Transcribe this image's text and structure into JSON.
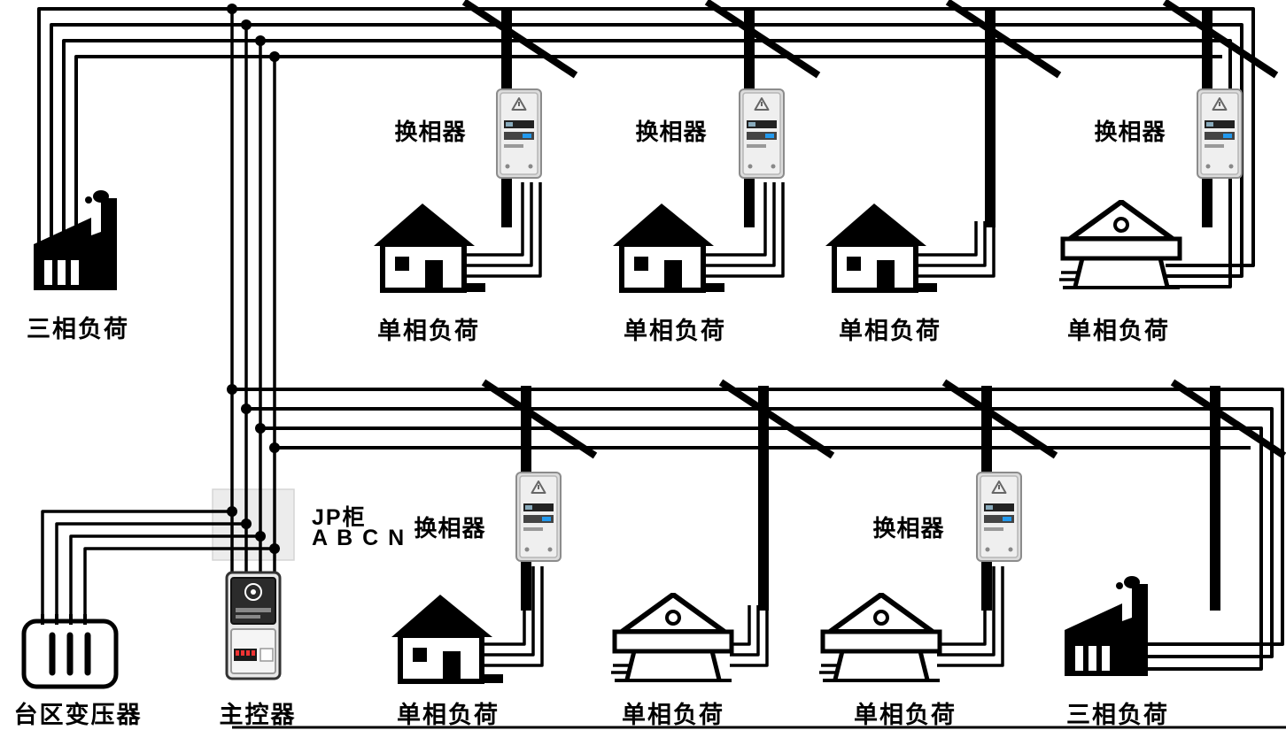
{
  "colors": {
    "wire": "#000000",
    "background": "#ffffff",
    "cabinet_fill": "#ececec",
    "device_body": "#dcdcdc",
    "device_panel": "#efefef",
    "screen": "#2b2b2b",
    "accent_blue": "#2299ee",
    "accent_red": "#ee3333"
  },
  "icons": {
    "factory-icon": "black factory silhouette with chimney and smoke",
    "house-icon": "single-story house with door and window",
    "pavilion-house-icon": "house with round vent and wide band roof",
    "phase-changer-icon": "gray pole-mounted phase changer cabinet",
    "transformer-icon": "outlined transformer tank with coils",
    "controller-icon": "meter-style main controller with screen and buttons",
    "utility-pole": "black pole with diagonal crossarm"
  },
  "top_row": {
    "three_phase_load": {
      "label": "三相负荷"
    },
    "phase_changers": [
      {
        "label": "换相器"
      },
      {
        "label": "换相器"
      },
      {
        "label": "换相器"
      }
    ],
    "single_phase_loads": [
      {
        "label": "单相负荷"
      },
      {
        "label": "单相负荷"
      },
      {
        "label": "单相负荷"
      },
      {
        "label": "单相负荷"
      }
    ]
  },
  "bottom_row": {
    "transformer": {
      "label": "台区变压器"
    },
    "main_controller": {
      "label": "主控器"
    },
    "jp_cabinet": {
      "line1": "JP柜",
      "line2": "A B C N"
    },
    "phase_changers": [
      {
        "label": "换相器"
      },
      {
        "label": "换相器"
      }
    ],
    "single_phase_loads": [
      {
        "label": "单相负荷"
      },
      {
        "label": "单相负荷"
      },
      {
        "label": "单相负荷"
      }
    ],
    "three_phase_load": {
      "label": "三相负荷"
    }
  }
}
